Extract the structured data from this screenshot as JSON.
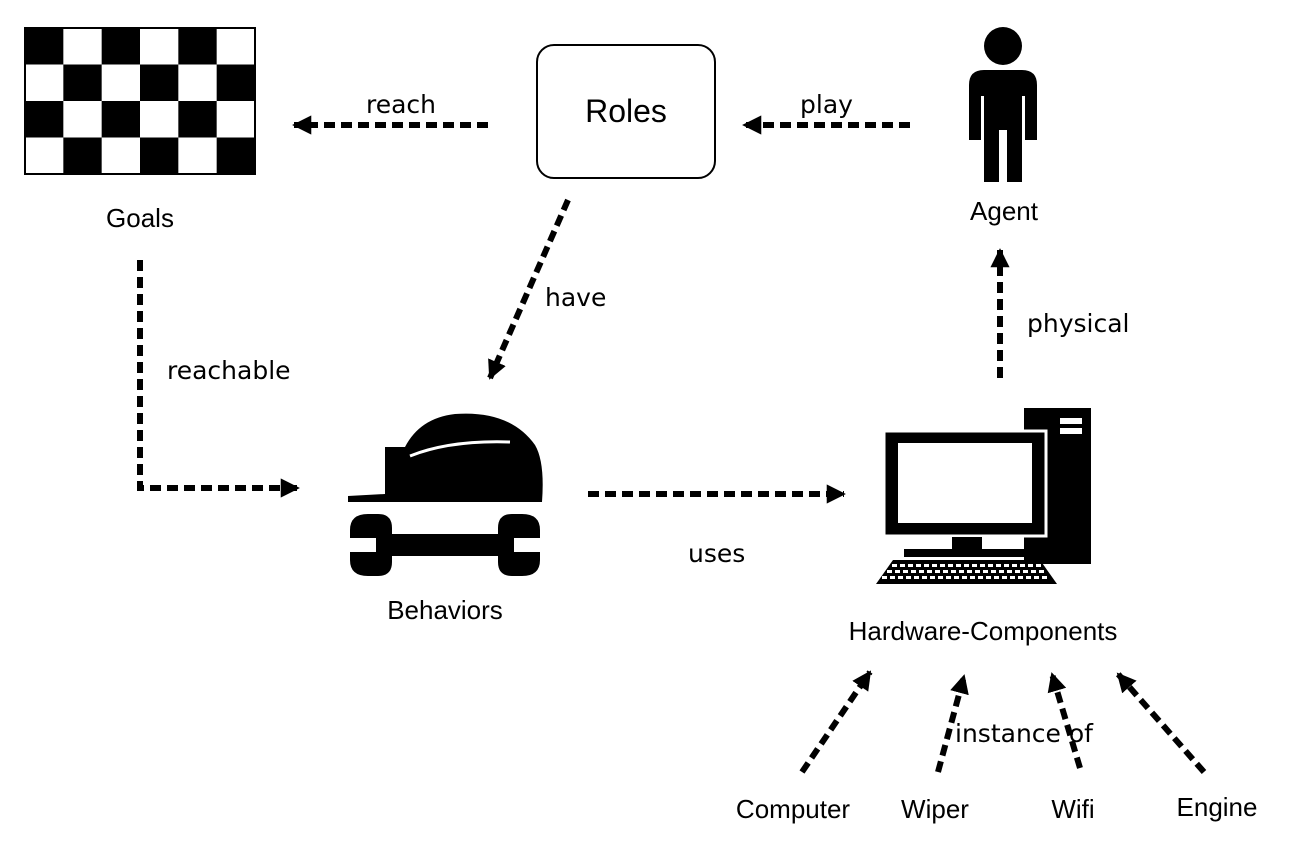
{
  "nodes": {
    "goals": "Goals",
    "roles": "Roles",
    "agent": "Agent",
    "behaviors": "Behaviors",
    "hardware": "Hardware-Components",
    "computer": "Computer",
    "wiper": "Wiper",
    "wifi": "Wifi",
    "engine": "Engine"
  },
  "edges": {
    "reach": "reach",
    "play": "play",
    "have": "have",
    "reachable": "reachable",
    "physical": "physical",
    "uses": "uses",
    "instance_of": "instance of"
  },
  "icons": {
    "goals": "checkered-flag-icon",
    "agent": "person-icon",
    "behaviors": "hardhat-wrench-icon",
    "hardware": "desktop-computer-icon"
  }
}
